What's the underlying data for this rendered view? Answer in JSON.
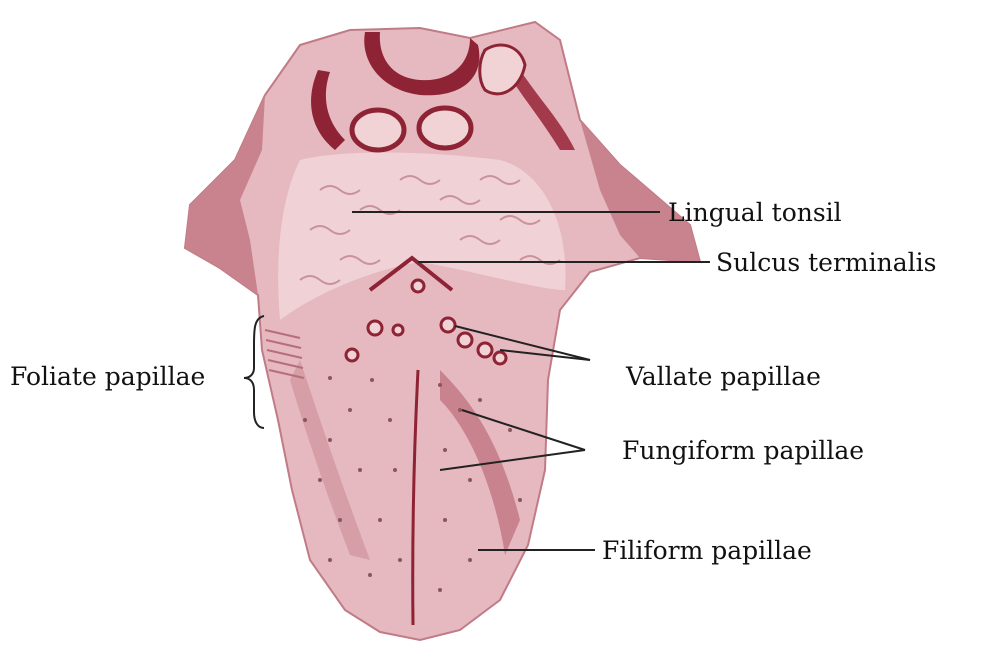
{
  "diagram": {
    "colors": {
      "tongue_light": "#e8bcc1",
      "tongue_mid": "#d59aa2",
      "tongue_dark": "#b35a67",
      "tongue_deep": "#8d2334",
      "papillae_dot": "#8a5560",
      "leader_line": "#222222"
    },
    "labels": {
      "lingual_tonsil": "Lingual tonsil",
      "sulcus_terminalis": "Sulcus terminalis",
      "foliate_papillae": "Foliate papillae",
      "vallate_papillae": "Vallate papillae",
      "fungiform_papillae": "Fungiform papillae",
      "filiform_papillae": "Filiform papillae"
    }
  }
}
